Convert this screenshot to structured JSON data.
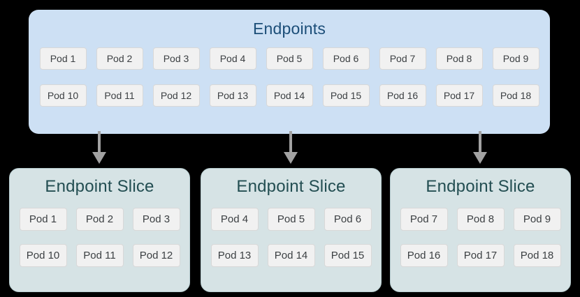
{
  "colors": {
    "background": "#000000",
    "endpoints_bg": "#cde0f4",
    "endpoints_title": "#1c4e78",
    "slice_bg": "#d6e3e5",
    "slice_border": "#b7cdd0",
    "slice_title": "#234e52",
    "pod_bg": "#f1f1f1",
    "pod_border": "#d8d8d8",
    "pod_text": "#3c4043",
    "arrow": "#a2a2a2"
  },
  "icons": {
    "arrow": "down-arrow"
  },
  "endpoints": {
    "title": "Endpoints",
    "rows": [
      [
        "Pod 1",
        "Pod 2",
        "Pod 3",
        "Pod 4",
        "Pod 5",
        "Pod 6",
        "Pod 7",
        "Pod 8",
        "Pod 9"
      ],
      [
        "Pod 10",
        "Pod 11",
        "Pod 12",
        "Pod 13",
        "Pod 14",
        "Pod 15",
        "Pod 16",
        "Pod 17",
        "Pod 18"
      ]
    ]
  },
  "slices": [
    {
      "title": "Endpoint Slice",
      "rows": [
        [
          "Pod 1",
          "Pod 2",
          "Pod 3"
        ],
        [
          "Pod 10",
          "Pod 11",
          "Pod 12"
        ]
      ]
    },
    {
      "title": "Endpoint Slice",
      "rows": [
        [
          "Pod 4",
          "Pod 5",
          "Pod 6"
        ],
        [
          "Pod 13",
          "Pod 14",
          "Pod 15"
        ]
      ]
    },
    {
      "title": "Endpoint Slice",
      "rows": [
        [
          "Pod 7",
          "Pod 8",
          "Pod 9"
        ],
        [
          "Pod 16",
          "Pod 17",
          "Pod 18"
        ]
      ]
    }
  ]
}
